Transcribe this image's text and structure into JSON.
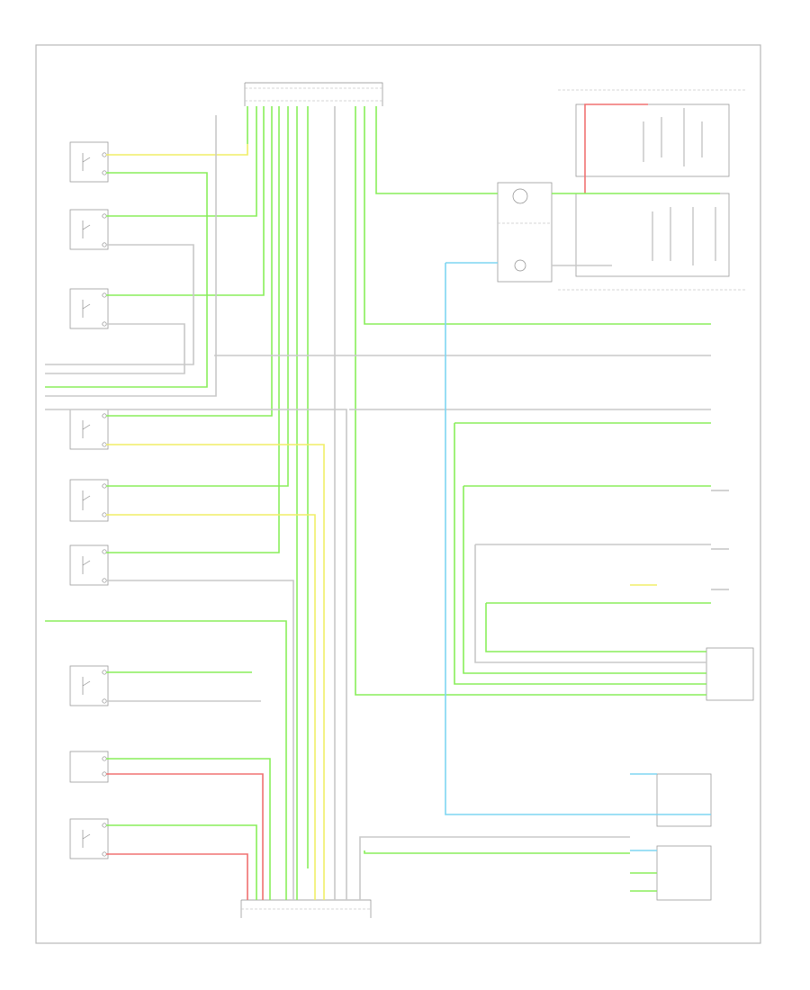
{
  "diagram": {
    "footer_code": "",
    "colors": {
      "green": "#88ee5a",
      "yellow": "#f0ee66",
      "red": "#f07070",
      "blue": "#7fd6f2",
      "grey": "#c8c8c8",
      "frame": "#b8b8b8"
    },
    "components": [
      {
        "id": "top-connector",
        "label": ""
      },
      {
        "id": "bottom-connector",
        "label": ""
      },
      {
        "id": "switch-1",
        "label": ""
      },
      {
        "id": "switch-2",
        "label": ""
      },
      {
        "id": "switch-3",
        "label": ""
      },
      {
        "id": "switch-4",
        "label": ""
      },
      {
        "id": "switch-5",
        "label": ""
      },
      {
        "id": "switch-6",
        "label": ""
      },
      {
        "id": "switch-7",
        "label": ""
      },
      {
        "id": "switch-8",
        "label": ""
      },
      {
        "id": "switch-9",
        "label": ""
      },
      {
        "id": "spiral-cable",
        "label": ""
      },
      {
        "id": "steering-pad-switch-assembly",
        "label": ""
      },
      {
        "id": "right-connector-group",
        "label": ""
      }
    ]
  }
}
